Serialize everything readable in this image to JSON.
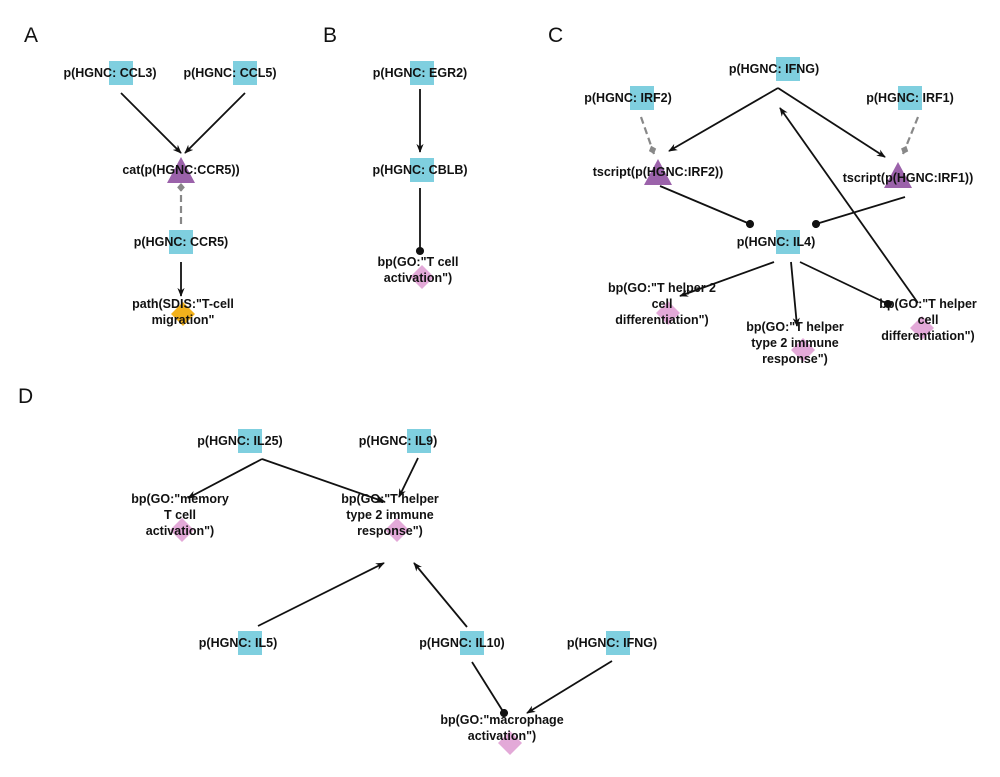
{
  "colors": {
    "protein": "#7fcfdf",
    "complex": "#9b62aa",
    "process": "#e3a9d8",
    "pathology": "#f3b21c",
    "edge": "#111111",
    "dashed_edge": "#888888"
  },
  "panels": [
    {
      "id": "A",
      "label": "A"
    },
    {
      "id": "B",
      "label": "B"
    },
    {
      "id": "C",
      "label": "C"
    },
    {
      "id": "D",
      "label": "D"
    }
  ],
  "nodes": [
    {
      "id": "a_ccl3",
      "panel": "A",
      "shape": "square",
      "lines": [
        "p(HGNC: CCL3)"
      ]
    },
    {
      "id": "a_ccl5",
      "panel": "A",
      "shape": "square",
      "lines": [
        "p(HGNC: CCL5)"
      ]
    },
    {
      "id": "a_catccr5",
      "panel": "A",
      "shape": "triangle",
      "lines": [
        "cat(p(HGNC:CCR5))"
      ]
    },
    {
      "id": "a_ccr5",
      "panel": "A",
      "shape": "square",
      "lines": [
        "p(HGNC: CCR5)"
      ]
    },
    {
      "id": "a_path",
      "panel": "A",
      "shape": "diamond-orange",
      "lines": [
        "path(SDIS:\"T-cell",
        "migration\""
      ]
    },
    {
      "id": "b_egr2",
      "panel": "B",
      "shape": "square",
      "lines": [
        "p(HGNC: EGR2)"
      ]
    },
    {
      "id": "b_cblb",
      "panel": "B",
      "shape": "square",
      "lines": [
        "p(HGNC: CBLB)"
      ]
    },
    {
      "id": "b_tact",
      "panel": "B",
      "shape": "diamond",
      "lines": [
        "bp(GO:\"T cell",
        "activation\")"
      ]
    },
    {
      "id": "c_ifng",
      "panel": "C",
      "shape": "square",
      "lines": [
        "p(HGNC: IFNG)"
      ]
    },
    {
      "id": "c_irf2",
      "panel": "C",
      "shape": "square",
      "lines": [
        "p(HGNC: IRF2)"
      ]
    },
    {
      "id": "c_irf1",
      "panel": "C",
      "shape": "square",
      "lines": [
        "p(HGNC: IRF1)"
      ]
    },
    {
      "id": "c_tsirf2",
      "panel": "C",
      "shape": "triangle",
      "lines": [
        "tscript(p(HGNC:IRF2))"
      ]
    },
    {
      "id": "c_tsirf1",
      "panel": "C",
      "shape": "triangle",
      "lines": [
        "tscript(p(HGNC:IRF1))"
      ]
    },
    {
      "id": "c_il4",
      "panel": "C",
      "shape": "square",
      "lines": [
        "p(HGNC: IL4)"
      ]
    },
    {
      "id": "c_th2diff",
      "panel": "C",
      "shape": "diamond",
      "lines": [
        "bp(GO:\"T helper 2",
        "cell",
        "differentiation\")"
      ]
    },
    {
      "id": "c_th2imm",
      "panel": "C",
      "shape": "diamond",
      "lines": [
        "bp(GO:\"T helper",
        "type 2 immune",
        "response\")"
      ]
    },
    {
      "id": "c_thdiff",
      "panel": "C",
      "shape": "diamond",
      "lines": [
        "bp(GO:\"T helper",
        "cell",
        "differentiation\")"
      ]
    },
    {
      "id": "d_il25",
      "panel": "D",
      "shape": "square",
      "lines": [
        "p(HGNC: IL25)"
      ]
    },
    {
      "id": "d_il9",
      "panel": "D",
      "shape": "square",
      "lines": [
        "p(HGNC: IL9)"
      ]
    },
    {
      "id": "d_memt",
      "panel": "D",
      "shape": "diamond",
      "lines": [
        "bp(GO:\"memory",
        "T cell",
        "activation\")"
      ]
    },
    {
      "id": "d_th2imm",
      "panel": "D",
      "shape": "diamond",
      "lines": [
        "bp(GO:\"T helper",
        "type 2 immune",
        "response\")"
      ]
    },
    {
      "id": "d_il5",
      "panel": "D",
      "shape": "square",
      "lines": [
        "p(HGNC: IL5)"
      ]
    },
    {
      "id": "d_il10",
      "panel": "D",
      "shape": "square",
      "lines": [
        "p(HGNC: IL10)"
      ]
    },
    {
      "id": "d_ifng",
      "panel": "D",
      "shape": "square",
      "lines": [
        "p(HGNC: IFNG)"
      ]
    },
    {
      "id": "d_macro",
      "panel": "D",
      "shape": "diamond",
      "lines": [
        "bp(GO:\"macrophage",
        "activation\")"
      ]
    }
  ],
  "edges": [
    {
      "from": "a_ccl3",
      "to": "a_catccr5",
      "type": "increases"
    },
    {
      "from": "a_ccl5",
      "to": "a_catccr5",
      "type": "increases"
    },
    {
      "from": "a_ccr5",
      "to": "a_catccr5",
      "type": "dashed"
    },
    {
      "from": "a_ccr5",
      "to": "a_path",
      "type": "increases"
    },
    {
      "from": "b_egr2",
      "to": "b_cblb",
      "type": "increases"
    },
    {
      "from": "b_cblb",
      "to": "b_tact",
      "type": "decreases"
    },
    {
      "from": "c_irf2",
      "to": "c_tsirf2",
      "type": "dashed"
    },
    {
      "from": "c_irf1",
      "to": "c_tsirf1",
      "type": "dashed"
    },
    {
      "from": "c_ifng",
      "to": "c_tsirf2",
      "type": "increases"
    },
    {
      "from": "c_ifng",
      "to": "c_tsirf1",
      "type": "increases"
    },
    {
      "from": "c_tsirf2",
      "to": "c_il4",
      "type": "decreases"
    },
    {
      "from": "c_tsirf1",
      "to": "c_il4",
      "type": "decreases"
    },
    {
      "from": "c_il4",
      "to": "c_th2diff",
      "type": "increases"
    },
    {
      "from": "c_il4",
      "to": "c_th2imm",
      "type": "increases"
    },
    {
      "from": "c_il4",
      "to": "c_thdiff",
      "type": "decreases"
    },
    {
      "from": "c_thdiff",
      "to": "c_ifng",
      "type": "increases"
    },
    {
      "from": "d_il25",
      "to": "d_memt",
      "type": "increases"
    },
    {
      "from": "d_il25",
      "to": "d_th2imm",
      "type": "increases"
    },
    {
      "from": "d_il9",
      "to": "d_th2imm",
      "type": "increases"
    },
    {
      "from": "d_il5",
      "to": "d_th2imm",
      "type": "increases"
    },
    {
      "from": "d_il10",
      "to": "d_th2imm",
      "type": "increases"
    },
    {
      "from": "d_il10",
      "to": "d_macro",
      "type": "decreases"
    },
    {
      "from": "d_ifng",
      "to": "d_macro",
      "type": "increases"
    }
  ]
}
